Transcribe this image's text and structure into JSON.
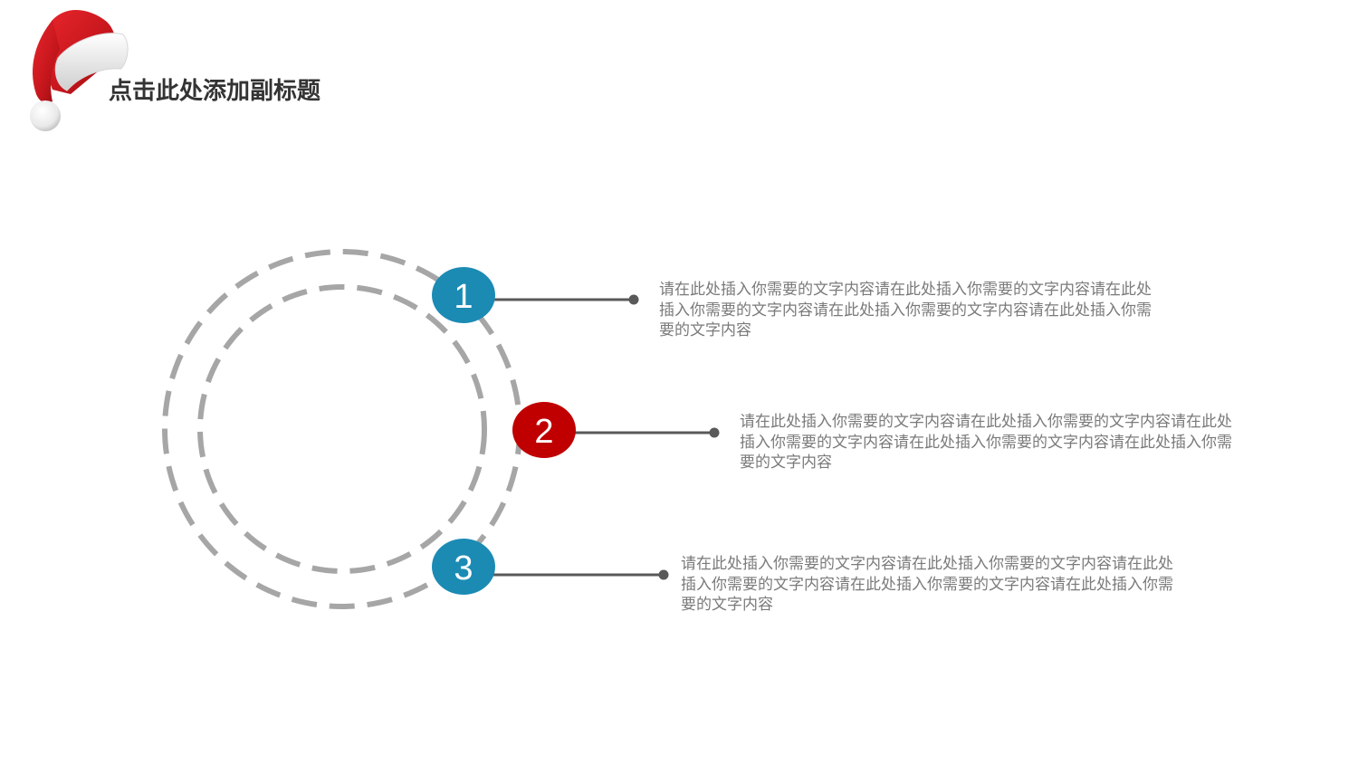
{
  "slide": {
    "subtitle": "点击此处添加副标题"
  },
  "decoration": {
    "icon": "santa-hat-icon",
    "colors": {
      "hat_red": "#c4161c",
      "hat_white": "#f3f3f3"
    }
  },
  "diagram": {
    "ring_color": "#a6a6a6",
    "connector_color": "#595959",
    "items": [
      {
        "number": "1",
        "color": "#1b8bb4",
        "text": "请在此处插入你需要的文字内容请在此处插入你需要的文字内容请在此处插入你需要的文字内容请在此处插入你需要的文字内容请在此处插入你需要的文字内容"
      },
      {
        "number": "2",
        "color": "#c00000",
        "text": "请在此处插入你需要的文字内容请在此处插入你需要的文字内容请在此处插入你需要的文字内容请在此处插入你需要的文字内容请在此处插入你需要的文字内容"
      },
      {
        "number": "3",
        "color": "#1b8bb4",
        "text": "请在此处插入你需要的文字内容请在此处插入你需要的文字内容请在此处插入你需要的文字内容请在此处插入你需要的文字内容请在此处插入你需要的文字内容"
      }
    ]
  }
}
